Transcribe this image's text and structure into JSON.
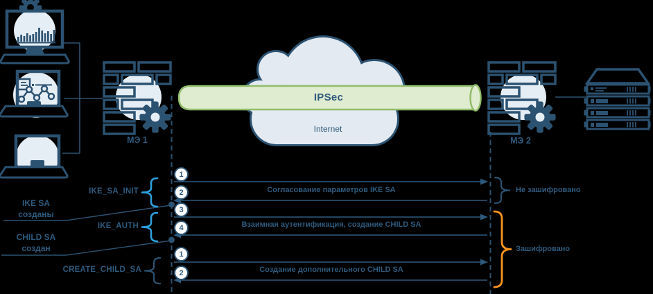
{
  "colors": {
    "navy": "#2c5271",
    "light_fill": "#e6eef5",
    "cloud_fill": "#e3eaf1",
    "tunnel_fill": "#dfeccf",
    "tunnel_border": "#90bc6a",
    "blue_brace": "#2da0dd",
    "orange_brace": "#f7941d",
    "background": "#000000"
  },
  "network": {
    "firewall1_label": "МЭ 1",
    "firewall2_label": "МЭ 2",
    "tunnel_label": "IPSec",
    "cloud_label": "Internet"
  },
  "sequence": {
    "exchanges": [
      {
        "label": "IKE_SA_INIT"
      },
      {
        "label": "IKE_AUTH"
      },
      {
        "label": "CREATE_CHILD_SA"
      }
    ],
    "messages": [
      {
        "num": "1",
        "direction": "right",
        "text": ""
      },
      {
        "num": "2",
        "direction": "left",
        "text": "Согласование параметров IKE SA"
      },
      {
        "num": "3",
        "direction": "right",
        "text": ""
      },
      {
        "num": "4",
        "direction": "left",
        "text": "Взаимная аутентификация, создание CHILD SA"
      },
      {
        "num": "1",
        "direction": "right",
        "text": ""
      },
      {
        "num": "2",
        "direction": "left",
        "text": "Создание дополнительного CHILD SA"
      }
    ],
    "callouts": [
      {
        "line1": "IKE SA",
        "line2": "созданы"
      },
      {
        "line1": "CHILD SA",
        "line2": "создан"
      }
    ],
    "encryption": [
      {
        "label": "Не зашифровано"
      },
      {
        "label": "Зашифровано"
      }
    ]
  }
}
